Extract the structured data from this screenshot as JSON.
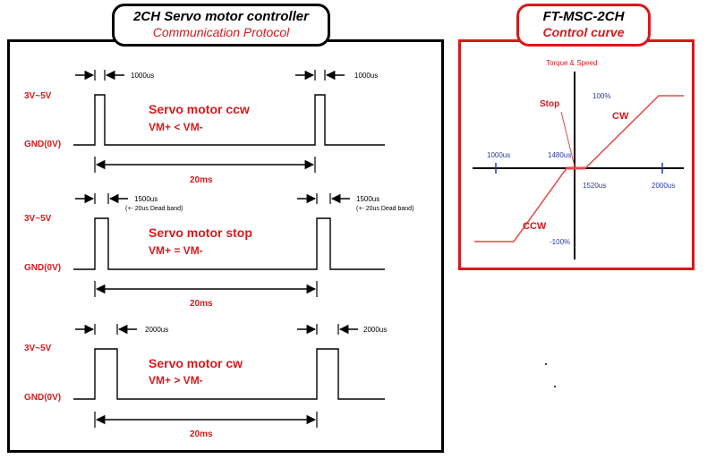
{
  "left_title": {
    "main": "2CH Servo motor controller",
    "sub": "Communication Protocol"
  },
  "right_title": {
    "main": "FT-MSC-2CH",
    "sub": "Control curve"
  },
  "level_labels": {
    "high": "3V~5V",
    "low": "GND(0V)"
  },
  "period_label": "20ms",
  "waveforms": [
    {
      "pulse_label": "1000us",
      "pulse_note": "",
      "title": "Servo motor ccw",
      "formula": "VM+ < VM-"
    },
    {
      "pulse_label": "1500us",
      "pulse_note": "(+- 20us Dead band)",
      "title": "Servo motor stop",
      "formula": "VM+ = VM-"
    },
    {
      "pulse_label": "2000us",
      "pulse_note": "",
      "title": "Servo motor cw",
      "formula": "VM+ > VM-"
    }
  ],
  "curve": {
    "axis_title": "Torque & Speed",
    "y_max_label": "100%",
    "y_min_label": "-100%",
    "x_ticks": [
      "1000us",
      "1480us",
      "1520us",
      "2000us"
    ],
    "stop_label": "Stop",
    "cw_label": "CW",
    "ccw_label": "CCW"
  },
  "colors": {
    "accent": "#d7191c",
    "axis_blue": "#2a3aa8",
    "line": "#000000"
  }
}
